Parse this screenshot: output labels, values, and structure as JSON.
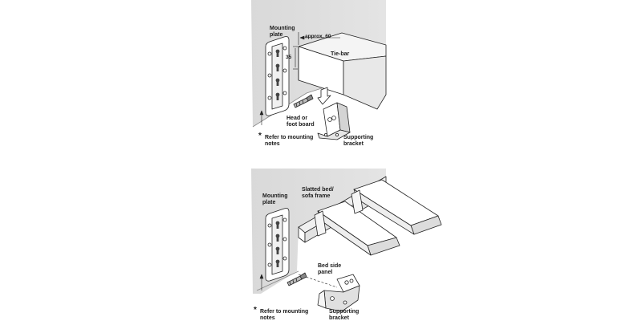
{
  "top": {
    "mounting_plate": [
      "Mounting",
      "plate"
    ],
    "dimension_width": "approx. 60",
    "dimension_height": "35",
    "tie_bar": "Tie-bar",
    "head_board": [
      "Head or",
      "foot board"
    ],
    "supporting_bracket": [
      "Supporting",
      "bracket"
    ],
    "asterisk": "*",
    "note": [
      "Refer to mounting",
      "notes"
    ]
  },
  "bottom": {
    "mounting_plate": [
      "Mounting",
      "plate"
    ],
    "frame": [
      "Slatted bed/",
      "sofa frame"
    ],
    "side_panel": [
      "Bed side",
      "panel"
    ],
    "supporting_bracket": [
      "Supporting",
      "bracket"
    ],
    "asterisk": "*",
    "note": [
      "Refer to mounting",
      "notes"
    ]
  }
}
